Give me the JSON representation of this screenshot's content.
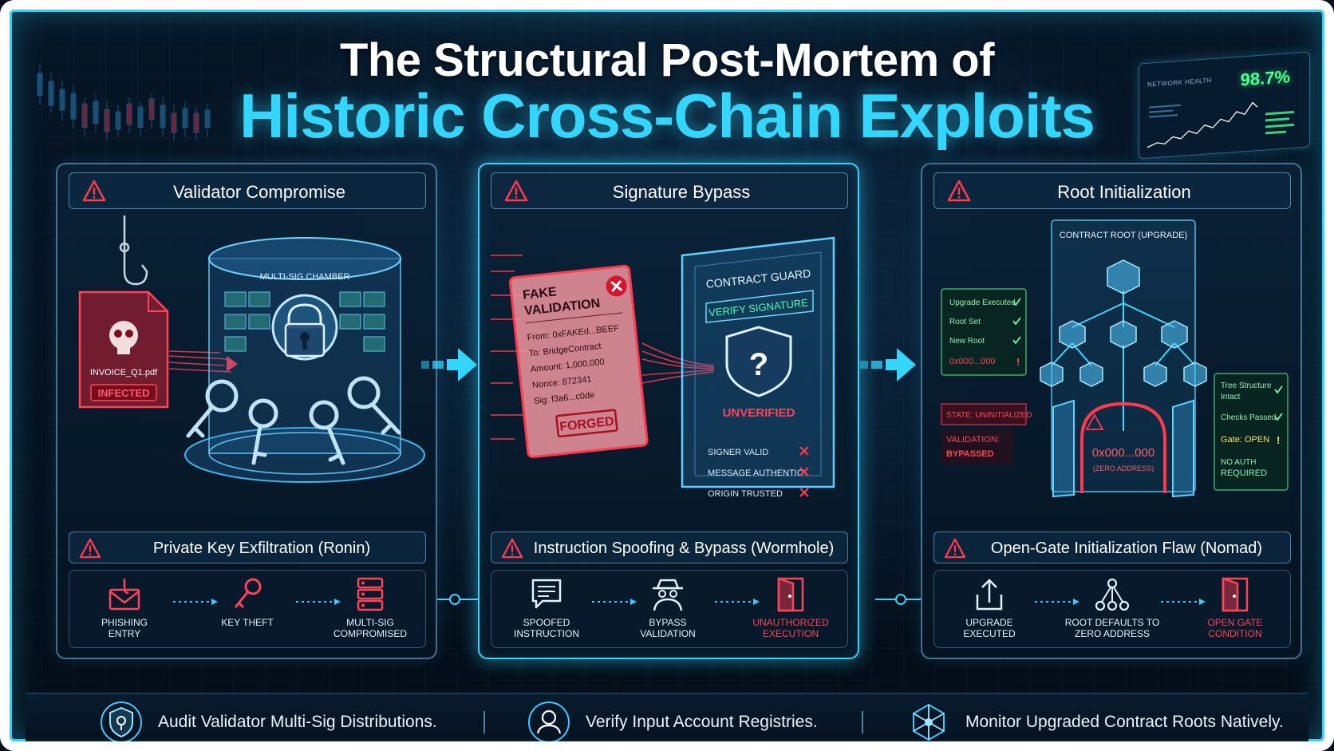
{
  "title": {
    "line1": "The Structural Post-Mortem of",
    "line2": "Historic Cross-Chain Exploits"
  },
  "network_health": {
    "label": "NETWORK HEALTH",
    "value": "98.7%"
  },
  "panels": [
    {
      "title": "Validator Compromise",
      "viz": {
        "file_name": "INVOICE_Q1.pdf",
        "file_badge": "INFECTED",
        "chamber_label": "MULTI-SIG CHAMBER"
      },
      "subtitle": "Private Key Exfiltration (Ronin)",
      "steps": [
        {
          "label_1": "PHISHING",
          "label_2": "ENTRY",
          "icon": "phishing-envelope-icon"
        },
        {
          "label_1": "KEY THEFT",
          "label_2": "",
          "icon": "key-icon"
        },
        {
          "label_1": "MULTI-SIG",
          "label_2": "COMPROMISED",
          "icon": "server-icon"
        }
      ]
    },
    {
      "title": "Signature Bypass",
      "viz": {
        "fake_card_title_1": "FAKE",
        "fake_card_title_2": "VALIDATION",
        "from": "From: 0xFAKEd...BEEF",
        "to": "To: BridgeContract",
        "amount": "Amount: 1,000,000",
        "nonce": "Nonce: 872341",
        "sig": "Sig: f3a6...c0de",
        "forged": "FORGED",
        "guard_title": "CONTRACT GUARD",
        "verify_label": "VERIFY SIGNATURE",
        "shield_symbol": "?",
        "unverified": "UNVERIFIED",
        "checks": [
          "SIGNER VALID",
          "MESSAGE AUTHENTIC",
          "ORIGIN TRUSTED"
        ]
      },
      "subtitle": "Instruction Spoofing & Bypass (Wormhole)",
      "steps": [
        {
          "label_1": "SPOOFED",
          "label_2": "INSTRUCTION",
          "icon": "chat-icon"
        },
        {
          "label_1": "BYPASS",
          "label_2": "VALIDATION",
          "icon": "spy-icon"
        },
        {
          "label_1": "UNAUTHORIZED",
          "label_2": "EXECUTION",
          "icon": "open-door-icon",
          "alert": true
        }
      ]
    },
    {
      "title": "Root Initialization",
      "viz": {
        "contract_root_label": "CONTRACT ROOT (UPGRADE)",
        "left_checks": [
          "Upgrade Executed",
          "Root Set",
          "New Root",
          "0x000...000"
        ],
        "state_label": "STATE: UNINITIALIZED",
        "validation_label_1": "VALIDATION:",
        "validation_label_2": "BYPASSED",
        "zero_addr": "0x000...000",
        "zero_addr_sub": "(ZERO ADDRESS)",
        "right_checks": [
          "Tree Structure",
          "Intact",
          "Checks Passed",
          "Gate: OPEN",
          "NO AUTH",
          "REQUIRED"
        ]
      },
      "subtitle": "Open-Gate Initialization Flaw (Nomad)",
      "steps": [
        {
          "label_1": "UPGRADE",
          "label_2": "EXECUTED",
          "icon": "upload-icon"
        },
        {
          "label_1": "ROOT DEFAULTS TO",
          "label_2": "ZERO ADDRESS",
          "icon": "network-icon"
        },
        {
          "label_1": "OPEN GATE",
          "label_2": "CONDITION",
          "icon": "open-door-icon",
          "alert": true
        }
      ]
    }
  ],
  "footer": [
    {
      "text": "Audit Validator Multi-Sig Distributions.",
      "icon": "shield-icon"
    },
    {
      "text": "Verify Input Account Registries.",
      "icon": "user-registry-icon"
    },
    {
      "text": "Monitor Upgraded Contract Roots Natively.",
      "icon": "hex-network-icon"
    }
  ],
  "colors": {
    "accent": "#33d6ff",
    "alert": "#ff3a4e",
    "ok": "#4dff8c",
    "panel": "#0a2238"
  }
}
